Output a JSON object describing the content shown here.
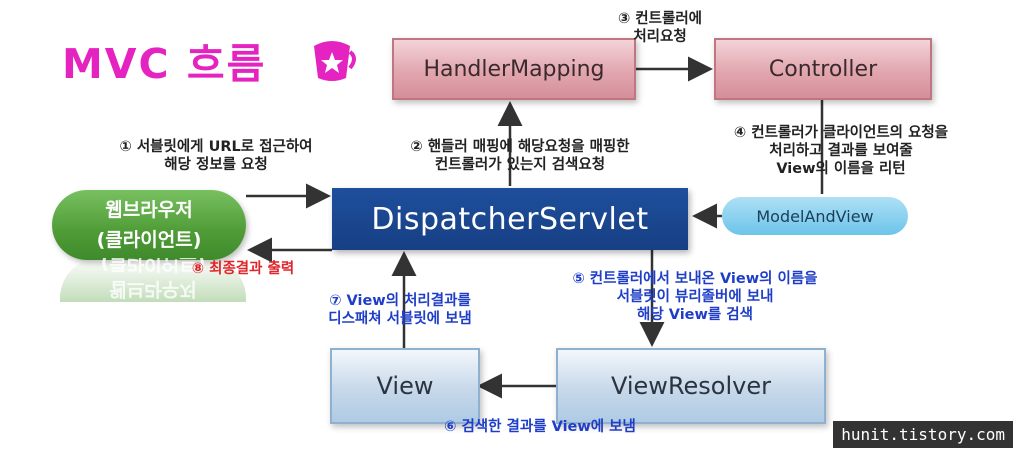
{
  "title": "MVC 흐름",
  "nodes": {
    "handler_mapping": "HandlerMapping",
    "controller": "Controller",
    "dispatcher": "DispatcherServlet",
    "browser_line1": "웹브라우저",
    "browser_line2": "(클라이언트)",
    "model_and_view": "ModelAndView",
    "view": "View",
    "view_resolver": "ViewResolver"
  },
  "steps": {
    "s1": "① 서블릿에게 URL로 접근하여\n해당 정보를 요청",
    "s2": "② 핸들러 매핑에 해당요청을 매핑한\n컨트롤러가 있는지 검색요청",
    "s3": "③ 컨트롤러에\n처리요청",
    "s4": "④ 컨트롤러가 클라이언트의 요청을\n처리하고 결과를 보여줄\nView의 이름을 리턴",
    "s5": "⑤ 컨트롤러에서 보내온 View의 이름을\n서블릿이 뷰리졸버에 보내\n해당 View를 검색",
    "s6": "⑥ 검색한 결과를 View에 보냄",
    "s7": "⑦ View의 처리결과를\n디스패쳐 서블릿에 보냄",
    "s8": "⑧ 최종결과 출력"
  },
  "watermark": "hunit.tistory.com",
  "colors": {
    "title": "#e523c0",
    "dispatcher": "#173f84",
    "arrow": "#333333",
    "blue_text": "#1f3ec7",
    "red_text": "#e0262a"
  }
}
